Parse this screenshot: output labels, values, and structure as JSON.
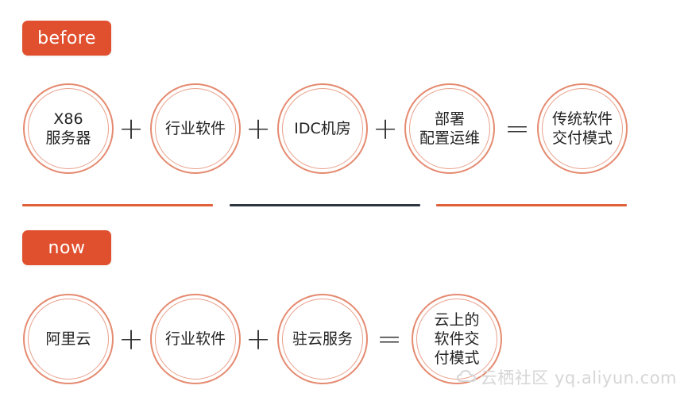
{
  "before": {
    "tag": "before",
    "items": [
      {
        "label": "X86\n服务器"
      },
      {
        "label": "行业软件"
      },
      {
        "label": "IDC机房"
      },
      {
        "label": "部署\n配置运维"
      },
      {
        "label": "传统软件\n交付模式"
      }
    ],
    "operators": [
      "+",
      "+",
      "+",
      "="
    ]
  },
  "dividers": [
    {
      "color": "#e0603c"
    },
    {
      "color": "#2e3640"
    },
    {
      "color": "#e0603c"
    }
  ],
  "now": {
    "tag": "now",
    "items": [
      {
        "label": "阿里云"
      },
      {
        "label": "行业软件"
      },
      {
        "label": "驻云服务"
      },
      {
        "label": "云上的\n软件交\n付模式"
      }
    ],
    "operators": [
      "+",
      "+",
      "="
    ]
  },
  "watermark": {
    "text": "云栖社区 yq.aliyun.com"
  },
  "colors": {
    "accent": "#e0502e",
    "ring": "#e58a70",
    "dark": "#2e3640"
  }
}
